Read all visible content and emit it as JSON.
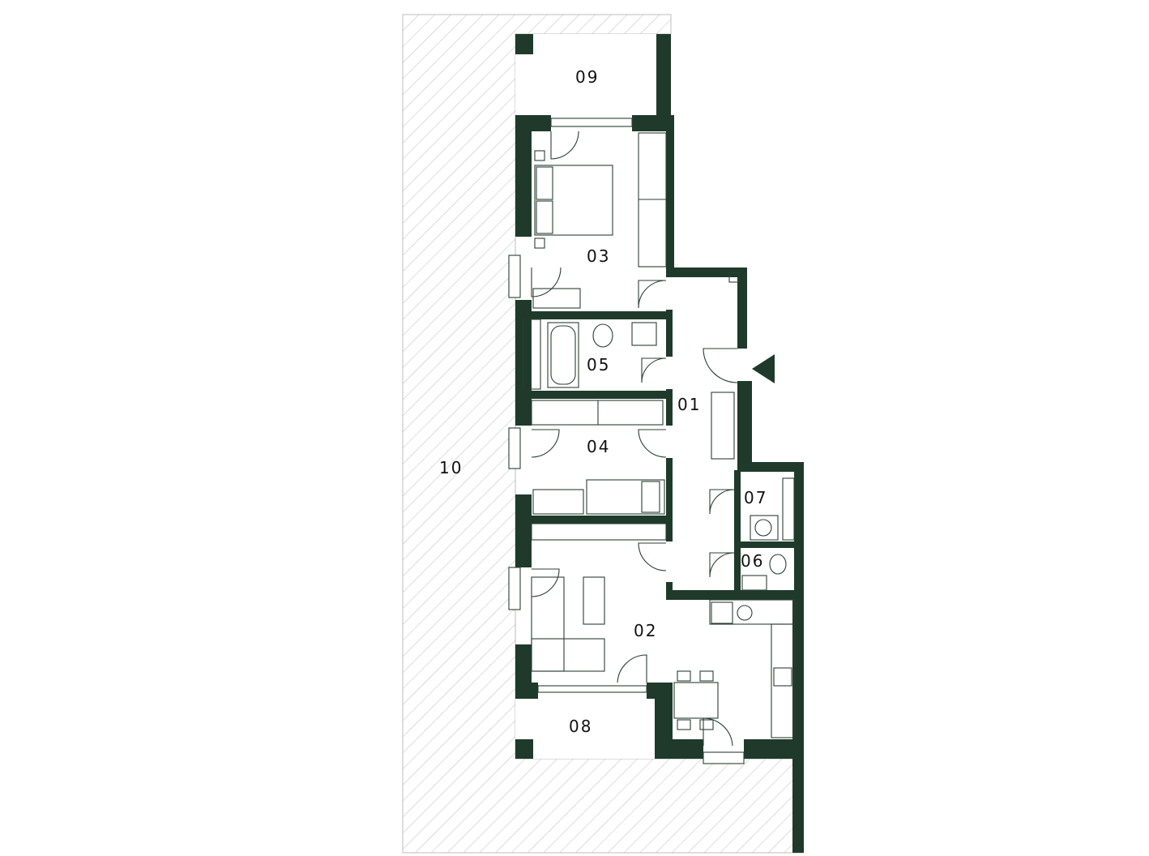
{
  "plan": {
    "accent_color": "#1f3a2b",
    "hatch_color": "#b9b9b9",
    "entrance_marker": "triangle-entrance-icon",
    "rooms": [
      {
        "id": "01",
        "label": "01"
      },
      {
        "id": "02",
        "label": "02"
      },
      {
        "id": "03",
        "label": "03"
      },
      {
        "id": "04",
        "label": "04"
      },
      {
        "id": "05",
        "label": "05"
      },
      {
        "id": "06",
        "label": "06"
      },
      {
        "id": "07",
        "label": "07"
      },
      {
        "id": "08",
        "label": "08"
      },
      {
        "id": "09",
        "label": "09"
      },
      {
        "id": "10",
        "label": "10"
      }
    ]
  }
}
